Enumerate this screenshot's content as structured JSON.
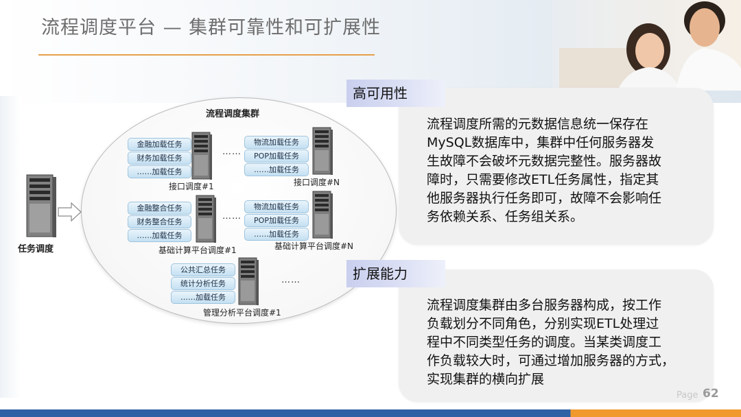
{
  "header": {
    "title": "流程调度平台 — 集群可靠性和可扩展性"
  },
  "diagram": {
    "cluster_title": "流程调度集群",
    "dots": "……",
    "scheduler_label": "任务调度",
    "groups": [
      {
        "tasks": [
          "金融加载任务",
          "财务加载任务",
          "……加载任务"
        ],
        "label": "接口调度#1"
      },
      {
        "tasks": [
          "物流加载任务",
          "POP加载任务",
          "……加载任务"
        ],
        "label": "接口调度#N"
      },
      {
        "tasks": [
          "金融整合任务",
          "财务整合任务",
          "……加载任务"
        ],
        "label": "基础计算平台调度#1"
      },
      {
        "tasks": [
          "物流加载任务",
          "POP加载任务",
          "……加载任务"
        ],
        "label": "基础计算平台调度#N"
      },
      {
        "tasks": [
          "公共汇总任务",
          "统计分析任务",
          "……加载任务"
        ],
        "label": "管理分析平台调度#1"
      }
    ]
  },
  "high_availability": {
    "label": "高可用性",
    "lines": [
      "流程调度所需的元数据信息统一保存在",
      "MySQL数据库中，集群中任何服务器发",
      "生故障不会破坏元数据完整性。服务器故",
      "障时，只需要修改ETL任务属性，指定其",
      "他服务器执行任务即可，故障不会影响任",
      "务依赖关系、任务组关系。"
    ]
  },
  "scalability": {
    "label": "扩展能力",
    "lines": [
      "流程调度集群由多台服务器构成，按工作",
      "负载划分不同角色，分别实现ETL处理过",
      "程中不同类型任务的调度。当某类调度工",
      "作负载较大时，可通过增加服务器的方式，",
      "实现集群的横向扩展"
    ]
  },
  "footer": {
    "page_label": "Page",
    "page_number": "62"
  },
  "colors": {
    "accent_orange": "#f09a2e",
    "footer_blue": "#2f61a5",
    "tag_lavender": "#c9cfee"
  }
}
